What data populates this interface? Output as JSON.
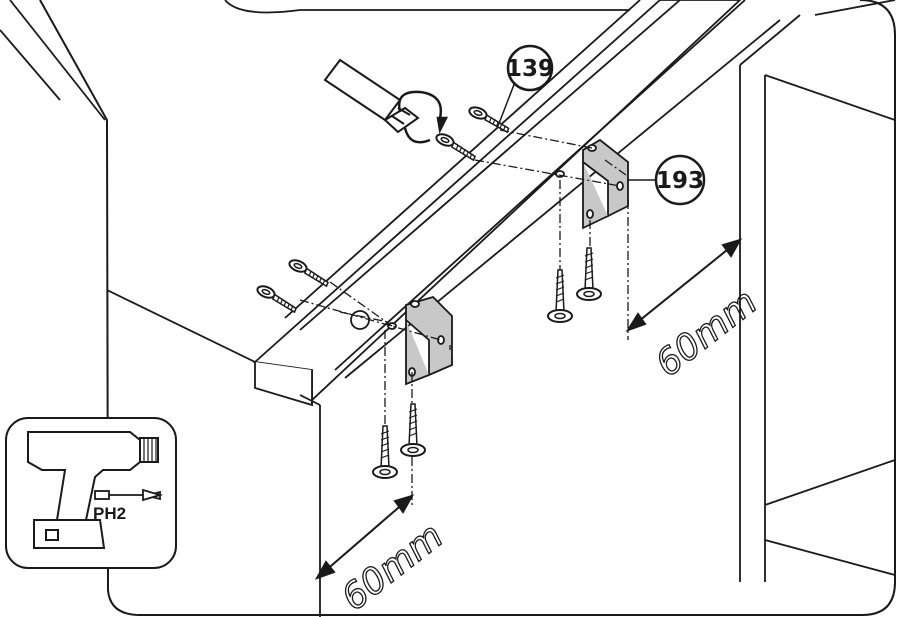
{
  "callouts": {
    "screw_part": "139",
    "bracket_part": "193"
  },
  "dimensions": {
    "front": "60mm",
    "rear": "60mm"
  },
  "tool": {
    "bit_label": "PH2",
    "drill_icon": "cordless-drill-icon",
    "bit_icon": "screwdriver-bit-icon"
  },
  "icons": {
    "rotation": "clockwise-rotation-icon",
    "screwdriver": "screwdriver-icon"
  },
  "colors": {
    "line": "#1a1a1a",
    "bracket_fill": "#c8c8c8",
    "background": "#ffffff"
  }
}
